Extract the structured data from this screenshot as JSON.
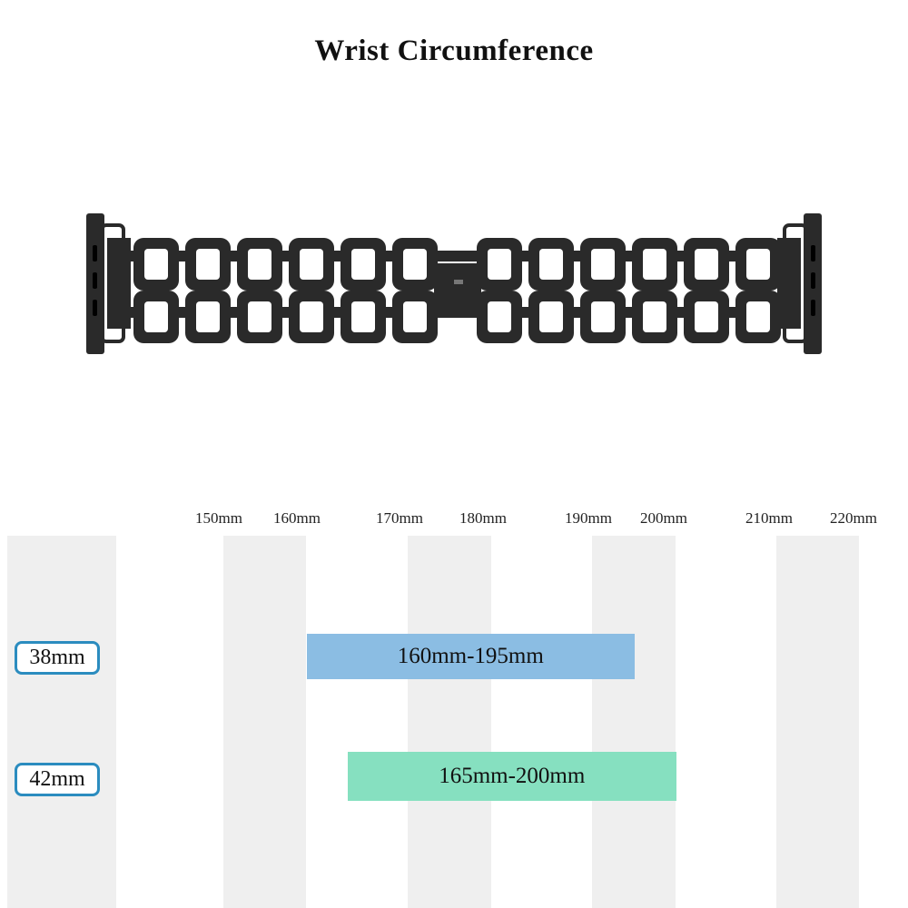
{
  "chart_data": {
    "type": "bar",
    "title": "Wrist Circumference",
    "orientation": "horizontal-range",
    "tick_labels": [
      "150mm",
      "160mm",
      "170mm",
      "180mm",
      "190mm",
      "200mm",
      "210mm",
      "220mm"
    ],
    "ticks": [
      150,
      160,
      170,
      180,
      190,
      200,
      210,
      220
    ],
    "xlim": [
      150,
      220
    ],
    "categories": [
      "38mm",
      "42mm"
    ],
    "series": [
      {
        "name": "38mm",
        "start": 160,
        "end": 195,
        "label": "160mm-195mm",
        "color": "#8bbde3"
      },
      {
        "name": "42mm",
        "start": 165,
        "end": 200,
        "label": "165mm-200mm",
        "color": "#86e0c0"
      }
    ],
    "badge_border_color": "#2b8cbf",
    "band_color": "#2a2a2a"
  }
}
